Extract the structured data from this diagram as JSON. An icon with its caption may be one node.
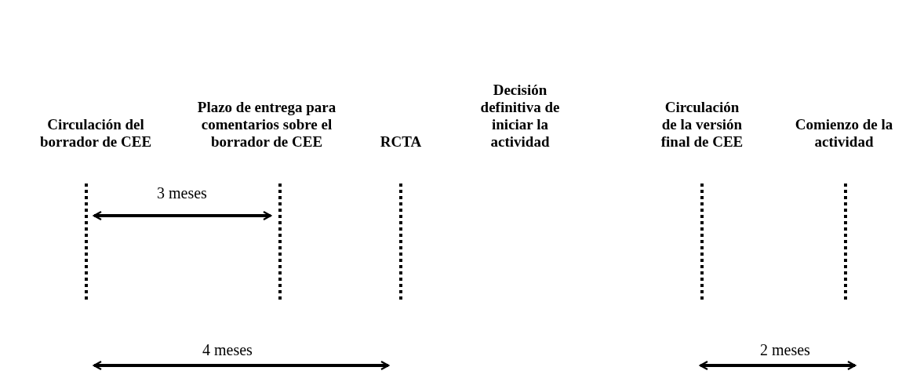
{
  "diagram": {
    "labels": [
      "Circulación del borrador de CEE",
      "Plazo de entrega para comentarios sobre el borrador de CEE",
      "RCTA",
      "Decisión definitiva de iniciar la actividad",
      "Circulación de la versión final de CEE",
      "Comienzo de la actividad",
      "3 meses",
      "4 meses",
      "2 meses"
    ]
  }
}
